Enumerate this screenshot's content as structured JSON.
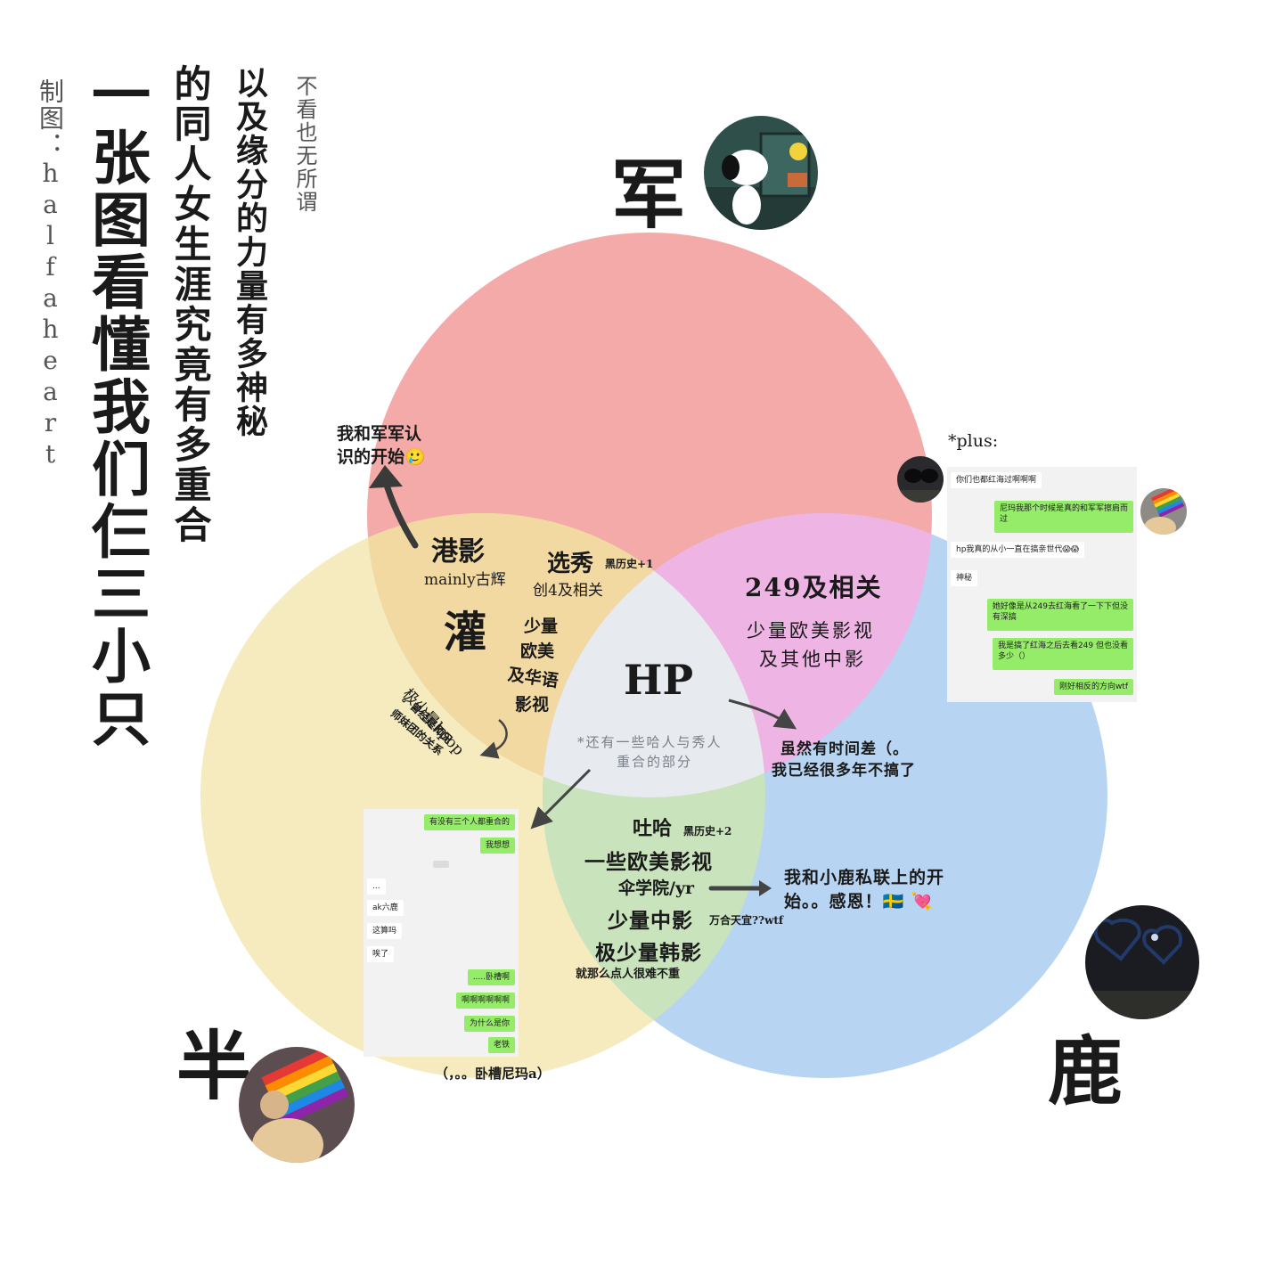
{
  "titles": {
    "credit": "制图：halfaheart",
    "main": "一张图看懂我们仨三小只",
    "sub": "的同人女生涯究竟有多重合",
    "sub2": "以及缘分的力量有多神秘",
    "note": "不看也无所谓"
  },
  "circles": {
    "top": {
      "name": "军",
      "color": "#f4aaa9"
    },
    "left": {
      "name": "半",
      "color": "#f5ebbf"
    },
    "right": {
      "name": "鹿",
      "color": "#b7d4f2"
    }
  },
  "overlap_colors": {
    "top_left": "#f2d9a2",
    "top_right": "#eeb4e4",
    "left_right": "#c9e3bd",
    "center": "#e7eaee"
  },
  "regions": {
    "top_left": {
      "a": "港影",
      "b": "mainly古辉",
      "c": "选秀",
      "c_note": "黑历史+1",
      "d": "创4及相关",
      "e": "灌",
      "f1": "少量",
      "f2": "欧美",
      "f3": "及华语",
      "f4": "影视",
      "g": "极少量kpop",
      "h1": "。曾经是师兄",
      "h2": "师妹团的关系"
    },
    "top_right": {
      "a": "249及相关",
      "b1": "少量欧美影视",
      "b2": "及其他中影"
    },
    "center": {
      "a": "HP",
      "b1": "*还有一些哈人与秀人",
      "b2": "重合的部分"
    },
    "left_right": {
      "a": "吐哈",
      "a_note": "黑历史+2",
      "b": "一些欧美影视",
      "c": "伞学院/yr",
      "d": "少量中影",
      "d_note": "万合天宜??wtf",
      "e": "极少量韩影",
      "f": "就那么点人很难不重"
    }
  },
  "annotations": {
    "jun_start_1": "我和军军认",
    "jun_start_2": "识的开始🥲",
    "time_diff_1": "虽然有时间差（。",
    "time_diff_2": "我已经很多年不搞了",
    "lu_start_1": "我和小鹿私联上的开",
    "lu_start_2": "始。。感恩！🇸🇪 💘",
    "wocao": "（，。。卧槽尼玛a）",
    "plus": "*plus:"
  },
  "chat_left": {
    "m1": "有没有三个人都重合的",
    "m2": "我想想",
    "m3": "...",
    "m4": "ak六鹿",
    "m5": "这算吗",
    "m6": "唉了",
    "m7": ".....卧槽啊",
    "m8": "啊啊啊啊啊啊",
    "m9": "为什么是你",
    "m10": "老铁"
  },
  "chat_right": {
    "m1": "你们也都红海过啊啊啊",
    "m2a": "尼玛我那个时候是真的和军军擦肩而",
    "m2b": "过",
    "m3": "hp我真的从小一直在搞亲世代😱😱",
    "m4": "神秘",
    "m5a": "她好像是从249去红海看了一下下但没",
    "m5b": "有深搞",
    "m6a": "我是搞了红海之后去看249 但也没看",
    "m6b": "多少（）",
    "m7": "刚好相反的方向wtf"
  },
  "icons": [
    "snoopy-avatar-icon",
    "rainbow-flag-avatar-icon",
    "night-sky-avatar-icon",
    "sunglasses-avatar-icon",
    "small-rainbow-avatar-icon"
  ]
}
